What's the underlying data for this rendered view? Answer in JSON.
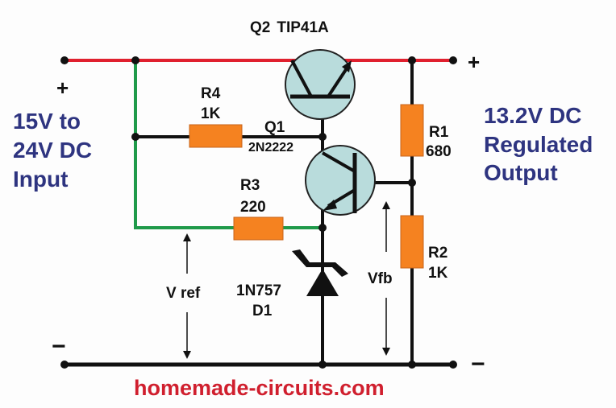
{
  "colors": {
    "positive_rail": "#e0202e",
    "reference_line": "#1f9a4a",
    "wire": "#111111",
    "resistor_fill": "#f58220",
    "transistor_fill": "#b9dcdc",
    "label_blue": "#2e3480",
    "watermark_red": "#d01f2e"
  },
  "components": {
    "q2": {
      "designator": "Q2",
      "part": "TIP41A"
    },
    "q1": {
      "designator": "Q1",
      "part": "2N2222"
    },
    "r4": {
      "designator": "R4",
      "value": "1K"
    },
    "r3": {
      "designator": "R3",
      "value": "220"
    },
    "r1": {
      "designator": "R1",
      "value": "680"
    },
    "r2": {
      "designator": "R2",
      "value": "1K"
    },
    "d1": {
      "designator": "D1",
      "part": "1N757"
    }
  },
  "input": {
    "plus": "+",
    "minus": "−",
    "lines": [
      "15V to",
      "24V DC",
      "Input"
    ]
  },
  "output": {
    "plus": "+",
    "minus": "−",
    "lines": [
      "13.2V DC",
      "Regulated",
      "Output"
    ]
  },
  "annotations": {
    "vref": "V ref",
    "vfb": "Vfb"
  },
  "watermark": "homemade-circuits.com"
}
